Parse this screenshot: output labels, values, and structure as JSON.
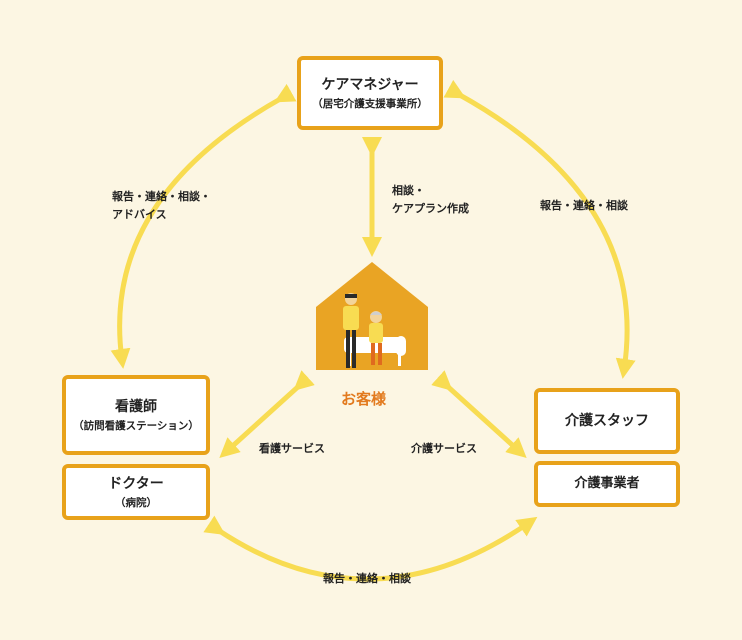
{
  "nodes": {
    "care_manager": {
      "title": "ケアマネジャー",
      "subtitle": "（居宅介護支援事業所）"
    },
    "nurse": {
      "title": "看護師",
      "subtitle": "（訪問看護ステーション）"
    },
    "doctor": {
      "title": "ドクター",
      "subtitle": "（病院）"
    },
    "care_staff": {
      "title": "介護スタッフ"
    },
    "care_provider": {
      "title": "介護事業者"
    },
    "client": {
      "label": "お客様"
    }
  },
  "edges": {
    "left_top": {
      "line1": "報告・連絡・相談・",
      "line2": "アドバイス"
    },
    "center_top": {
      "line1": "相談・",
      "line2": "ケアプラン作成"
    },
    "right_top": {
      "line1": "報告・連絡・相談"
    },
    "left_center": {
      "line1": "看護サービス"
    },
    "right_center": {
      "line1": "介護サービス"
    },
    "bottom": {
      "line1": "報告・連絡・相談"
    }
  },
  "colors": {
    "background": "#fcf6e3",
    "box_border": "#e8a21a",
    "arrow": "#f8dc52",
    "house": "#e9a424",
    "client_label": "#e27a1e"
  }
}
